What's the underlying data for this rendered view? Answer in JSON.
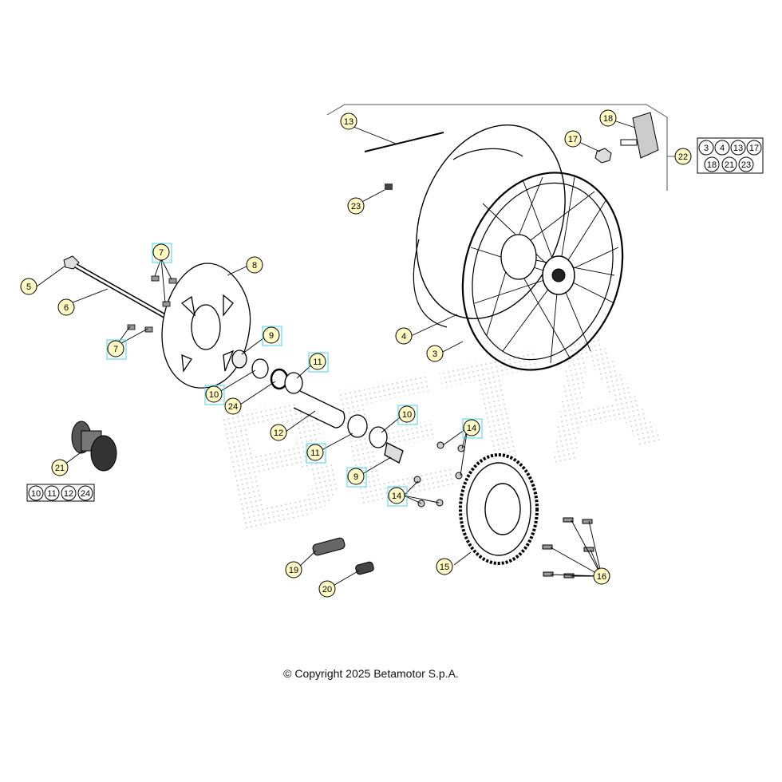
{
  "copyright": "© Copyright 2025 Betamotor S.p.A.",
  "watermark": "BETA",
  "colors": {
    "callout_fill": "#fff9c4",
    "callout_frame": "#4dd0e1",
    "line": "#000000"
  },
  "callouts": [
    {
      "id": "c3",
      "label": "3"
    },
    {
      "id": "c4",
      "label": "4"
    },
    {
      "id": "c5",
      "label": "5"
    },
    {
      "id": "c6",
      "label": "6"
    },
    {
      "id": "c7a",
      "label": "7"
    },
    {
      "id": "c7b",
      "label": "7"
    },
    {
      "id": "c8",
      "label": "8"
    },
    {
      "id": "c9a",
      "label": "9"
    },
    {
      "id": "c9b",
      "label": "9"
    },
    {
      "id": "c10a",
      "label": "10"
    },
    {
      "id": "c10b",
      "label": "10"
    },
    {
      "id": "c11a",
      "label": "11"
    },
    {
      "id": "c11b",
      "label": "11"
    },
    {
      "id": "c12",
      "label": "12"
    },
    {
      "id": "c13",
      "label": "13"
    },
    {
      "id": "c14a",
      "label": "14"
    },
    {
      "id": "c14b",
      "label": "14"
    },
    {
      "id": "c15",
      "label": "15"
    },
    {
      "id": "c16",
      "label": "16"
    },
    {
      "id": "c17",
      "label": "17"
    },
    {
      "id": "c18",
      "label": "18"
    },
    {
      "id": "c19",
      "label": "19"
    },
    {
      "id": "c20",
      "label": "20"
    },
    {
      "id": "c21",
      "label": "21"
    },
    {
      "id": "c22",
      "label": "22"
    },
    {
      "id": "c23",
      "label": "23"
    },
    {
      "id": "c24",
      "label": "24"
    }
  ],
  "kit_22": [
    "3",
    "4",
    "13",
    "17",
    "18",
    "21",
    "23"
  ],
  "kit_21": [
    "10",
    "11",
    "12",
    "24"
  ]
}
